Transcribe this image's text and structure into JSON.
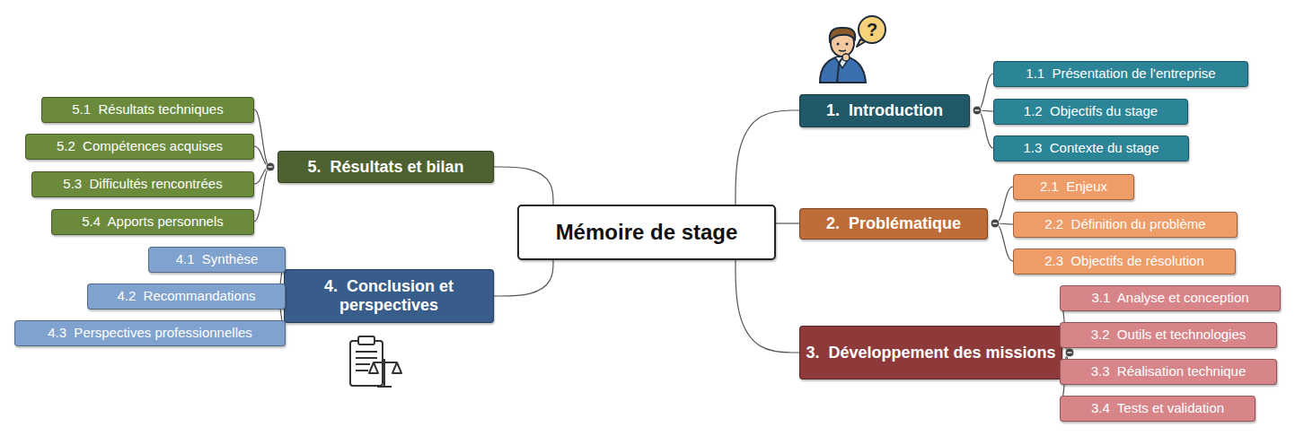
{
  "diagram": {
    "nodes": [
      {
        "text": [
          "Mémoire de stage"
        ]
      },
      {
        "text": [
          "1.  Introduction"
        ]
      },
      {
        "text": [
          "1.1  Présentation de l'entreprise"
        ]
      },
      {
        "text": [
          "1.2  Objectifs du stage"
        ]
      },
      {
        "text": [
          "1.3  Contexte du stage"
        ]
      },
      {
        "text": [
          "2.  Problématique"
        ]
      },
      {
        "text": [
          "2.1  Enjeux"
        ]
      },
      {
        "text": [
          "2.2  Définition du problème"
        ]
      },
      {
        "text": [
          "2.3  Objectifs de résolution"
        ]
      },
      {
        "text": [
          "3.  Développement des missions"
        ]
      },
      {
        "text": [
          "3.1  Analyse et conception"
        ]
      },
      {
        "text": [
          "3.2  Outils et technologies"
        ]
      },
      {
        "text": [
          "3.3  Réalisation technique"
        ]
      },
      {
        "text": [
          "3.4  Tests et validation"
        ]
      },
      {
        "text": [
          "4.  Conclusion et perspectives"
        ]
      },
      {
        "text": [
          "4.1  Synthèse"
        ]
      },
      {
        "text": [
          "4.2  Recommandations"
        ]
      },
      {
        "text": [
          "4.3  Perspectives professionnelles"
        ]
      },
      {
        "text": [
          "5.  Résultats et bilan"
        ]
      },
      {
        "text": [
          "5.1  Résultats techniques"
        ]
      },
      {
        "text": [
          "5.2  Compétences acquises"
        ]
      },
      {
        "text": [
          "5.3  Difficultés rencontrées"
        ]
      },
      {
        "text": [
          "5.4  Apports personnels"
        ]
      }
    ],
    "edges": [
      {
        "from": 0,
        "to": 1,
        "arrow": "none"
      },
      {
        "from": 0,
        "to": 5,
        "arrow": "none"
      },
      {
        "from": 0,
        "to": 9,
        "arrow": "none"
      },
      {
        "from": 0,
        "to": 14,
        "arrow": "none"
      },
      {
        "from": 0,
        "to": 18,
        "arrow": "none"
      },
      {
        "from": 1,
        "to": 2,
        "arrow": "none"
      },
      {
        "from": 1,
        "to": 3,
        "arrow": "none"
      },
      {
        "from": 1,
        "to": 4,
        "arrow": "none"
      },
      {
        "from": 5,
        "to": 6,
        "arrow": "none"
      },
      {
        "from": 5,
        "to": 7,
        "arrow": "none"
      },
      {
        "from": 5,
        "to": 8,
        "arrow": "none"
      },
      {
        "from": 9,
        "to": 10,
        "arrow": "none"
      },
      {
        "from": 9,
        "to": 11,
        "arrow": "none"
      },
      {
        "from": 9,
        "to": 12,
        "arrow": "none"
      },
      {
        "from": 9,
        "to": 13,
        "arrow": "none"
      },
      {
        "from": 14,
        "to": 15,
        "arrow": "none"
      },
      {
        "from": 14,
        "to": 16,
        "arrow": "none"
      },
      {
        "from": 14,
        "to": 17,
        "arrow": "none"
      },
      {
        "from": 18,
        "to": 19,
        "arrow": "none"
      },
      {
        "from": 18,
        "to": 20,
        "arrow": "none"
      },
      {
        "from": 18,
        "to": 21,
        "arrow": "none"
      },
      {
        "from": 18,
        "to": 22,
        "arrow": "none"
      }
    ],
    "labels": [
      "?"
    ]
  }
}
